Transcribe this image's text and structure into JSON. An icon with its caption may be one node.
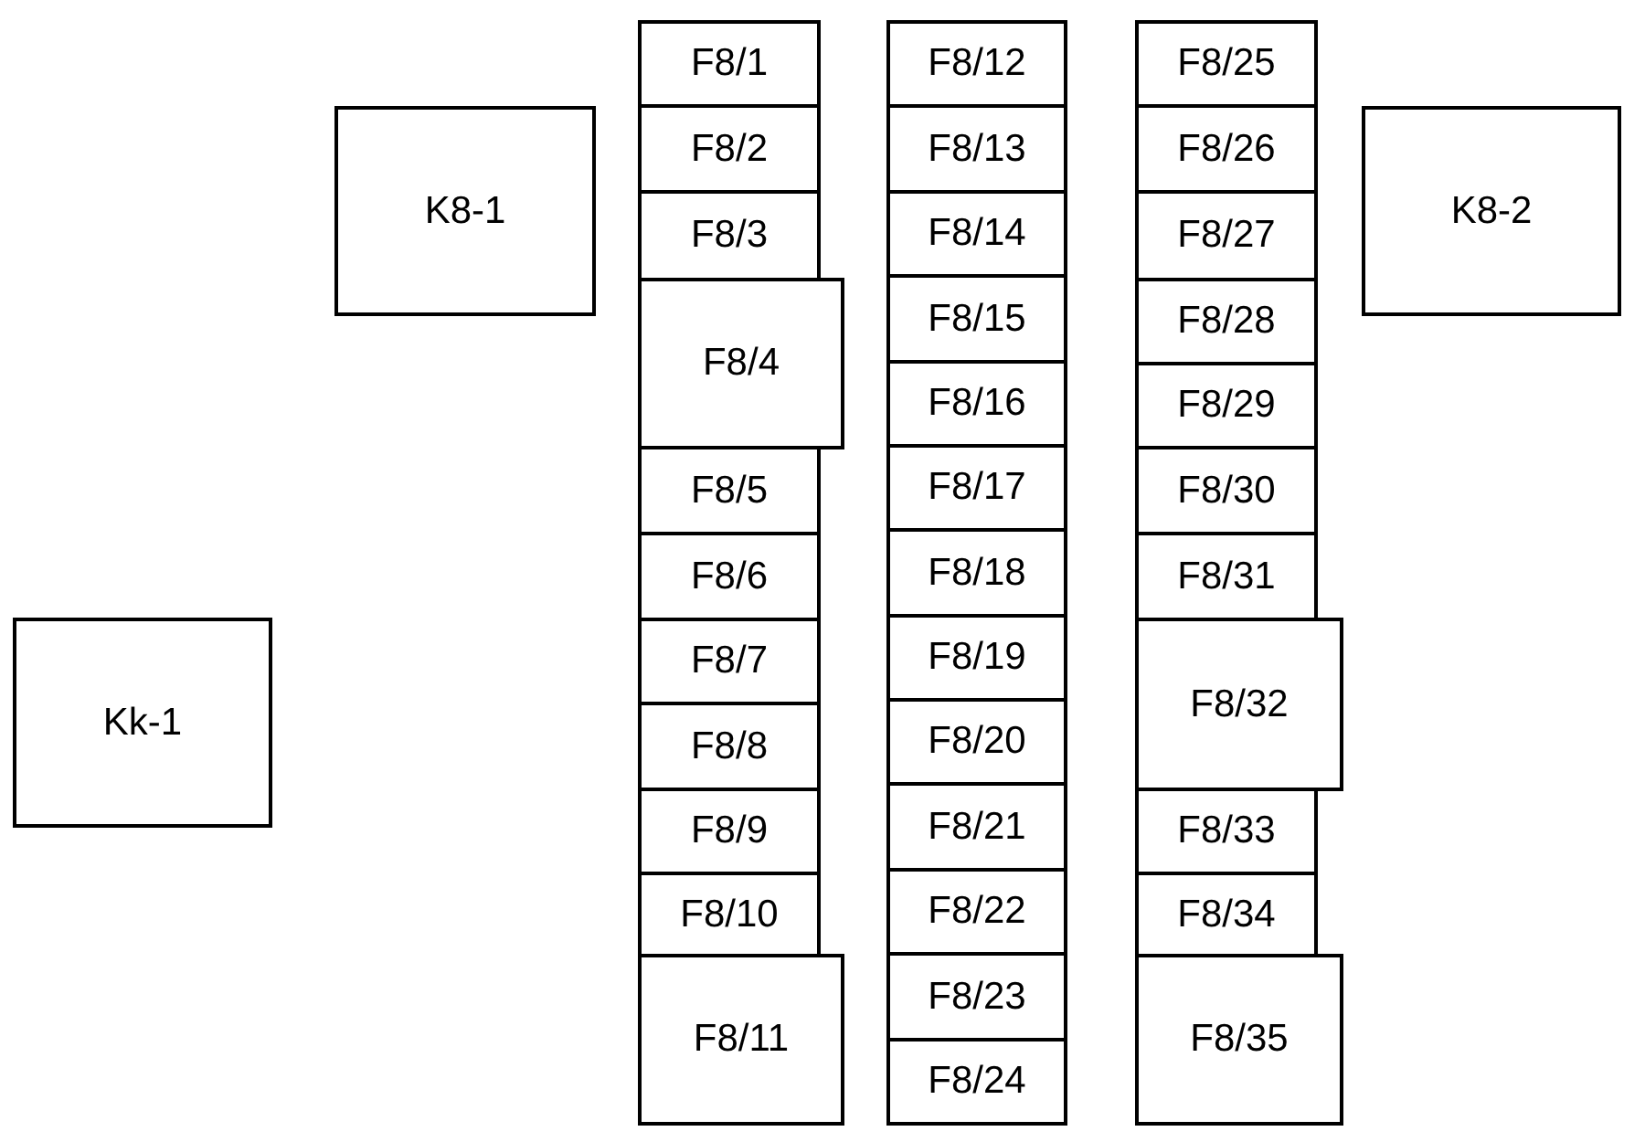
{
  "diagram": {
    "nodes": [
      {
        "text": [
          "K8-1"
        ]
      },
      {
        "text": [
          "K8-2"
        ]
      },
      {
        "text": [
          "Kk-1"
        ]
      },
      {
        "text": [
          "F8/1"
        ]
      },
      {
        "text": [
          "F8/2"
        ]
      },
      {
        "text": [
          "F8/3"
        ]
      },
      {
        "text": [
          "F8/4"
        ]
      },
      {
        "text": [
          "F8/5"
        ]
      },
      {
        "text": [
          "F8/6"
        ]
      },
      {
        "text": [
          "F8/7"
        ]
      },
      {
        "text": [
          "F8/8"
        ]
      },
      {
        "text": [
          "F8/9"
        ]
      },
      {
        "text": [
          "F8/10"
        ]
      },
      {
        "text": [
          "F8/11"
        ]
      },
      {
        "text": [
          "F8/12"
        ]
      },
      {
        "text": [
          "F8/13"
        ]
      },
      {
        "text": [
          "F8/14"
        ]
      },
      {
        "text": [
          "F8/15"
        ]
      },
      {
        "text": [
          "F8/16"
        ]
      },
      {
        "text": [
          "F8/17"
        ]
      },
      {
        "text": [
          "F8/18"
        ]
      },
      {
        "text": [
          "F8/19"
        ]
      },
      {
        "text": [
          "F8/20"
        ]
      },
      {
        "text": [
          "F8/21"
        ]
      },
      {
        "text": [
          "F8/22"
        ]
      },
      {
        "text": [
          "F8/23"
        ]
      },
      {
        "text": [
          "F8/24"
        ]
      },
      {
        "text": [
          "F8/25"
        ]
      },
      {
        "text": [
          "F8/26"
        ]
      },
      {
        "text": [
          "F8/27"
        ]
      },
      {
        "text": [
          "F8/28"
        ]
      },
      {
        "text": [
          "F8/29"
        ]
      },
      {
        "text": [
          "F8/30"
        ]
      },
      {
        "text": [
          "F8/31"
        ]
      },
      {
        "text": [
          "F8/32"
        ]
      },
      {
        "text": [
          "F8/33"
        ]
      },
      {
        "text": [
          "F8/34"
        ]
      },
      {
        "text": [
          "F8/35"
        ]
      }
    ]
  }
}
